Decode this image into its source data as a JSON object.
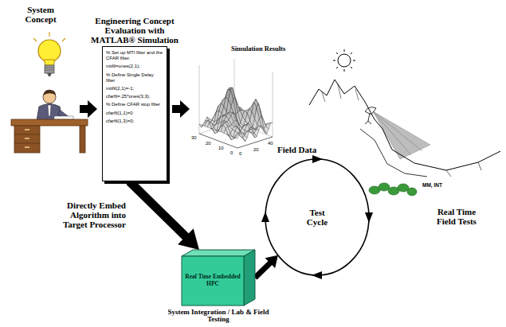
{
  "diagram": {
    "nodes": [
      {
        "text": [
          "Engineering Concept Evaluation with MATLAB® Simulation",
          "% Set up MTI filter and the CFAR filter.",
          "mtifil=ones(2,1);",
          "% Define Single Delay filter",
          "mtifil(2,1)=-1;",
          "cfarfil=.25*ones(3,3);",
          "% Define CFAR stop filter",
          "cfarfil(1,1)=0",
          "cfarfil(1,3)=0;"
        ]
      },
      {
        "text": [
          "Real Time Embedded HPC",
          "System Integration / Lab & Field Testing"
        ]
      },
      {
        "text": [
          "Test Cycle"
        ]
      }
    ],
    "edges": [
      {
        "from": 0,
        "to": 1,
        "label": "Directly Embed Algorithm into Target Processor",
        "arrow": "to"
      },
      {
        "from": 1,
        "to": 2,
        "arrow": "to"
      }
    ],
    "labels": [
      "System Concept",
      "Simulation Results",
      "30",
      "20",
      "10",
      "0",
      "0",
      "20",
      "40",
      "Field Data",
      "Real Time Field Tests",
      "MM, INT"
    ]
  }
}
